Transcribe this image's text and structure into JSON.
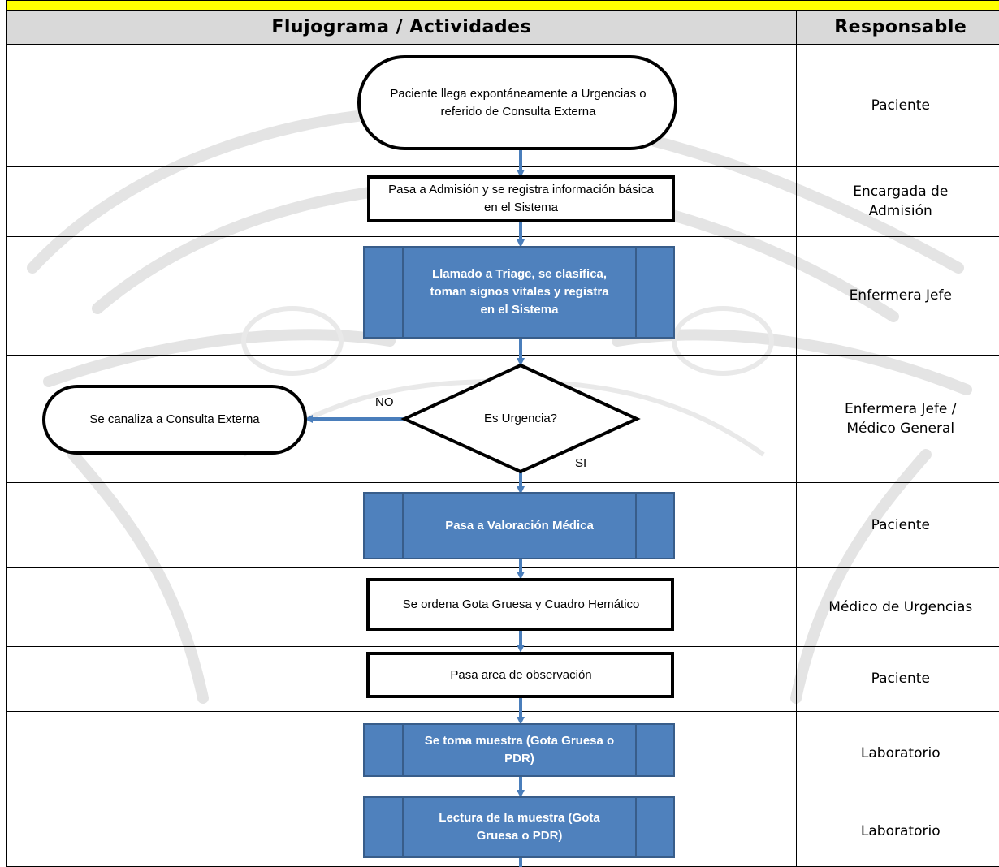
{
  "table": {
    "header_activities": "Flujograma / Actividades",
    "header_responsible": "Responsable",
    "rows": [
      {
        "responsible": [
          "Paciente"
        ]
      },
      {
        "responsible": [
          "Encargada de",
          "Admisión"
        ]
      },
      {
        "responsible": [
          "Enfermera Jefe"
        ]
      },
      {
        "responsible": [
          "Enfermera Jefe /",
          "Médico General"
        ]
      },
      {
        "responsible": [
          "Paciente"
        ]
      },
      {
        "responsible": [
          "Médico de Urgencias"
        ]
      },
      {
        "responsible": [
          "Paciente"
        ]
      },
      {
        "responsible": [
          "Laboratorio"
        ]
      },
      {
        "responsible": [
          "Laboratorio"
        ]
      }
    ]
  },
  "flow": {
    "start": "Paciente llega expontáneamente a Urgencias o referido de Consulta Externa",
    "admission": "Pasa a Admisión y se registra información básica en el Sistema",
    "triage": "Llamado a Triage, se clasifica, toman signos vitales y registra en el Sistema",
    "decision": "Es Urgencia?",
    "decision_no_label": "NO",
    "decision_yes_label": "SI",
    "external": "Se canaliza a Consulta Externa",
    "medical": "Pasa a Valoración Médica",
    "order": "Se ordena Gota Gruesa y Cuadro Hemático",
    "observation": "Pasa area de observación",
    "sample": "Se toma muestra (Gota Gruesa o PDR)",
    "reading": "Lectura de la muestra (Gota Gruesa o PDR)"
  },
  "colors": {
    "process_blue": "#4f81bd",
    "process_border": "#385d8a",
    "arrow_blue": "#4a7ebb",
    "header_yellow": "#ffff00",
    "header_gray": "#d9d9d9"
  }
}
